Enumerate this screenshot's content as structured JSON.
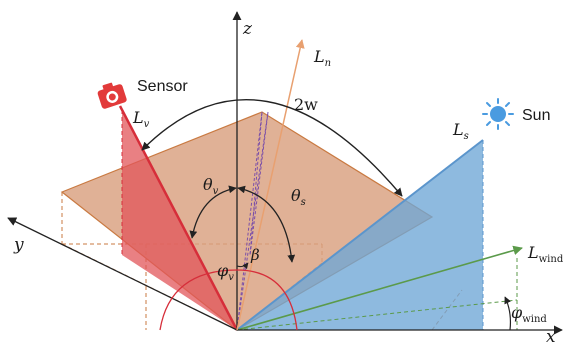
{
  "colors": {
    "plane_fill": "#d9a07f",
    "plane_edge": "#c97a42",
    "sensor_fill": "#e2565a",
    "sensor_line": "#d62e3a",
    "sun_fill": "#6ea7d6",
    "sun_line": "#5b95cc",
    "normal": "#e8a070",
    "wind": "#5b9a4a",
    "dash_purple": "#7b4fa8",
    "axis": "#222222",
    "sun_icon": "#4a9be0",
    "camera_icon": "#e23a3a"
  },
  "labels": {
    "z": "z",
    "y": "y",
    "x": "x",
    "Ln_main": "L",
    "Ln_sub": "n",
    "Lv_main": "L",
    "Lv_sub": "v",
    "Ls_main": "L",
    "Ls_sub": "s",
    "Lwind_main": "L",
    "Lwind_sub": "wind",
    "two_w": "2w",
    "theta_v_main": "θ",
    "theta_v_sub": "v",
    "theta_s_main": "θ",
    "theta_s_sub": "s",
    "phi_v_main": "φ",
    "phi_v_sub": "v",
    "beta": "β",
    "phi_wind_main": "φ",
    "phi_wind_sub": "wind",
    "sensor": "Sensor",
    "sun": "Sun"
  },
  "icons": {
    "sensor": "camera-icon",
    "sun": "sun-icon"
  }
}
